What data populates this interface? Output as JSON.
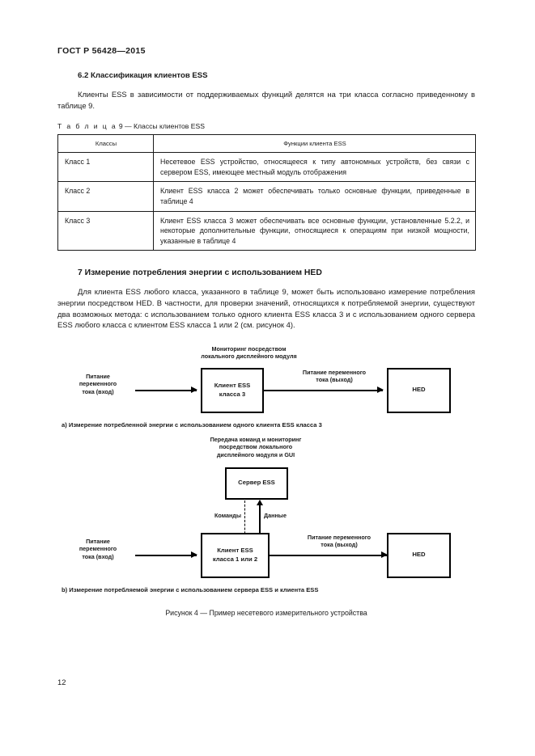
{
  "document": {
    "header": "ГОСТ Р 56428—2015",
    "page_number": "12"
  },
  "clause_62": {
    "title": "6.2 Классификация клиентов ESS",
    "paragraph": "Клиенты ESS в зависимости от поддерживаемых функций делятся на три класса согласно приведенному в таблице 9."
  },
  "table9": {
    "caption_label": "Т а б л и ц а",
    "caption_rest": "9 — Классы клиентов ESS",
    "headers": [
      "Классы",
      "Функции клиента ESS"
    ],
    "rows": [
      {
        "class": "Класс 1",
        "functions": "Несетевое ESS устройство, относящееся к типу автономных устройств, без связи с сервером ESS, имеющее местный модуль отображения"
      },
      {
        "class": "Класс 2",
        "functions": "Клиент ESS класса 2 может обеспечивать только основные функции, приведенные в таблице 4"
      },
      {
        "class": "Класс 3",
        "functions": "Клиент ESS класса 3 может обеспечивать все основные функции, установленные 5.2.2, и некоторые дополнительные функции, относящиеся к операциям при низкой мощности, указанные в таблице 4"
      }
    ]
  },
  "clause_7": {
    "title": "7 Измерение потребления энергии с использованием HED",
    "paragraph": "Для клиента ESS любого класса, указанного в таблице 9, может быть использовано измерение потребления энергии посредством HED. В частности, для проверки значений, относящихся к потребляемой энергии, существуют два возможных метода: с использованием только одного клиента ESS класса 3 и с использованием одного сервера ESS любого класса с клиентом ESS класса 1 или 2 (см. рисунок 4)."
  },
  "figure4": {
    "diagram_a": {
      "top_label": "Мониторинг посредством\nлокального дисплейного модуля",
      "input_label": "Питание\nпеременного\nтока (вход)",
      "client_box": "Клиент ESS\nкласса 3",
      "output_label": "Питание переменного\nтока (выход)",
      "hed_box": "HED",
      "caption": "a) Измерение потребленной энергии с использованием одного клиента ESS класса 3"
    },
    "diagram_b": {
      "top_label": "Передача команд и мониторинг\nпосредством локального\nдисплейного модуля и GUI",
      "server_box": "Сервер ESS",
      "commands_label": "Команды",
      "data_label": "Данные",
      "input_label": "Питание\nпеременного\nтока (вход)",
      "client_box": "Клиент ESS\nкласса 1 или 2",
      "output_label": "Питание переменного\nтока (выход)",
      "hed_box": "HED",
      "caption": "b) Измерение потребляемой энергии с использованием сервера ESS и клиента ESS"
    },
    "caption": "Рисунок 4 — Пример несетевого измерительного устройства"
  }
}
